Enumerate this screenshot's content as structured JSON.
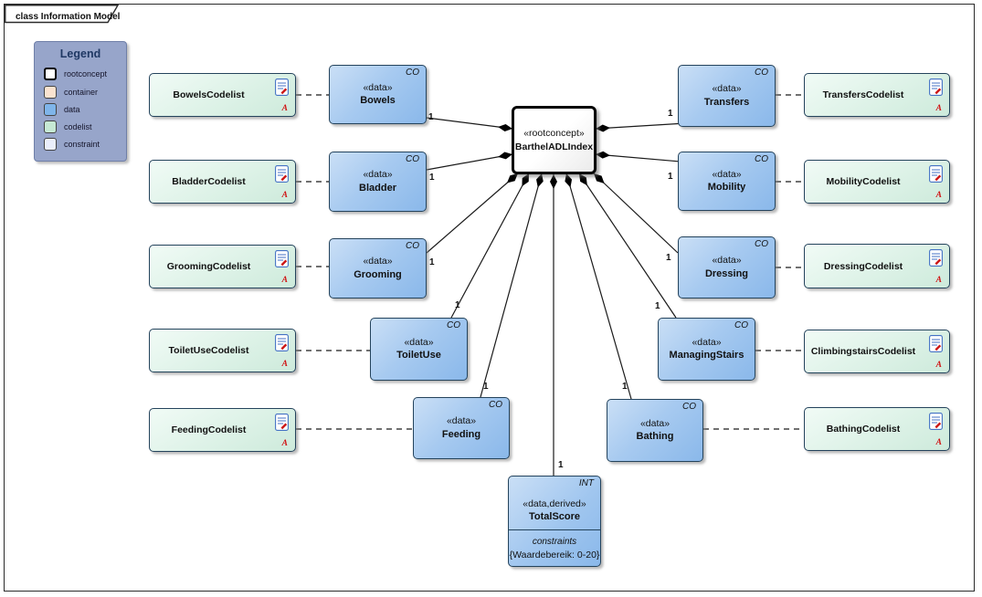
{
  "frame": {
    "label": "class Information Model"
  },
  "legend": {
    "title": "Legend",
    "items": [
      {
        "label": "rootconcept",
        "color": "#ffffff"
      },
      {
        "label": "container",
        "color": "#fbe3d0"
      },
      {
        "label": "data",
        "color": "#7fb5ea"
      },
      {
        "label": "codelist",
        "color": "#c6e9d4"
      },
      {
        "label": "constraint",
        "color": "#eaeefb"
      }
    ]
  },
  "root_concept": {
    "stereotype": "«rootconcept»",
    "name": "BarthelADLIndex"
  },
  "data_nodes": {
    "bowels": {
      "stereotype": "«data»",
      "name": "Bowels",
      "tag": "CO"
    },
    "bladder": {
      "stereotype": "«data»",
      "name": "Bladder",
      "tag": "CO"
    },
    "grooming": {
      "stereotype": "«data»",
      "name": "Grooming",
      "tag": "CO"
    },
    "toiletuse": {
      "stereotype": "«data»",
      "name": "ToiletUse",
      "tag": "CO"
    },
    "feeding": {
      "stereotype": "«data»",
      "name": "Feeding",
      "tag": "CO"
    },
    "transfers": {
      "stereotype": "«data»",
      "name": "Transfers",
      "tag": "CO"
    },
    "mobility": {
      "stereotype": "«data»",
      "name": "Mobility",
      "tag": "CO"
    },
    "dressing": {
      "stereotype": "«data»",
      "name": "Dressing",
      "tag": "CO"
    },
    "managingstairs": {
      "stereotype": "«data»",
      "name": "ManagingStairs",
      "tag": "CO"
    },
    "bathing": {
      "stereotype": "«data»",
      "name": "Bathing",
      "tag": "CO"
    }
  },
  "codelists": {
    "marker": "A",
    "bowels": {
      "name": "BowelsCodelist"
    },
    "bladder": {
      "name": "BladderCodelist"
    },
    "grooming": {
      "name": "GroomingCodelist"
    },
    "toiletuse": {
      "name": "ToiletUseCodelist"
    },
    "feeding": {
      "name": "FeedingCodelist"
    },
    "transfers": {
      "name": "TransfersCodelist"
    },
    "mobility": {
      "name": "MobilityCodelist"
    },
    "dressing": {
      "name": "DressingCodelist"
    },
    "climbingstairs": {
      "name": "ClimbingstairsCodelist"
    },
    "bathing": {
      "name": "BathingCodelist"
    }
  },
  "total_score": {
    "tag": "INT",
    "stereotype": "«data,derived»",
    "name": "TotalScore",
    "section_label": "constraints",
    "constraint": "{Waardebereik: 0-20}"
  },
  "multiplicity": "1",
  "colors": {
    "data_fill": "#9cc3ee",
    "codelist_fill": "#d9f2e4",
    "root_fill": "#ffffff",
    "legend_bg": "#97a5ca",
    "marker_red": "#d01616",
    "connector": "#1a1a1a"
  }
}
